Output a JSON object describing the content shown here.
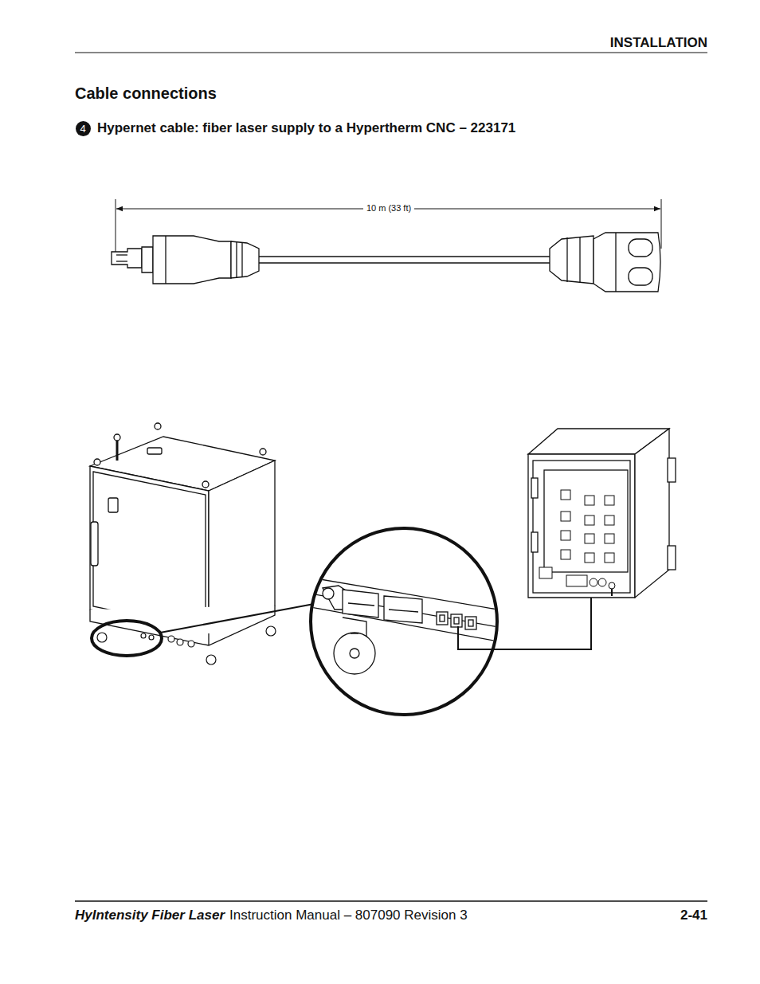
{
  "diagram": {
    "title": "Cable connections",
    "nodes": [
      {
        "text": [
          "4"
        ]
      }
    ],
    "labels": [
      "INSTALLATION",
      "Hypernet cable: fiber laser supply to a Hypertherm CNC – 223171",
      "10 m (33 ft)",
      "HyIntensity Fiber Laser",
      "Instruction Manual – 807090 Revision 3",
      "2-41"
    ]
  }
}
